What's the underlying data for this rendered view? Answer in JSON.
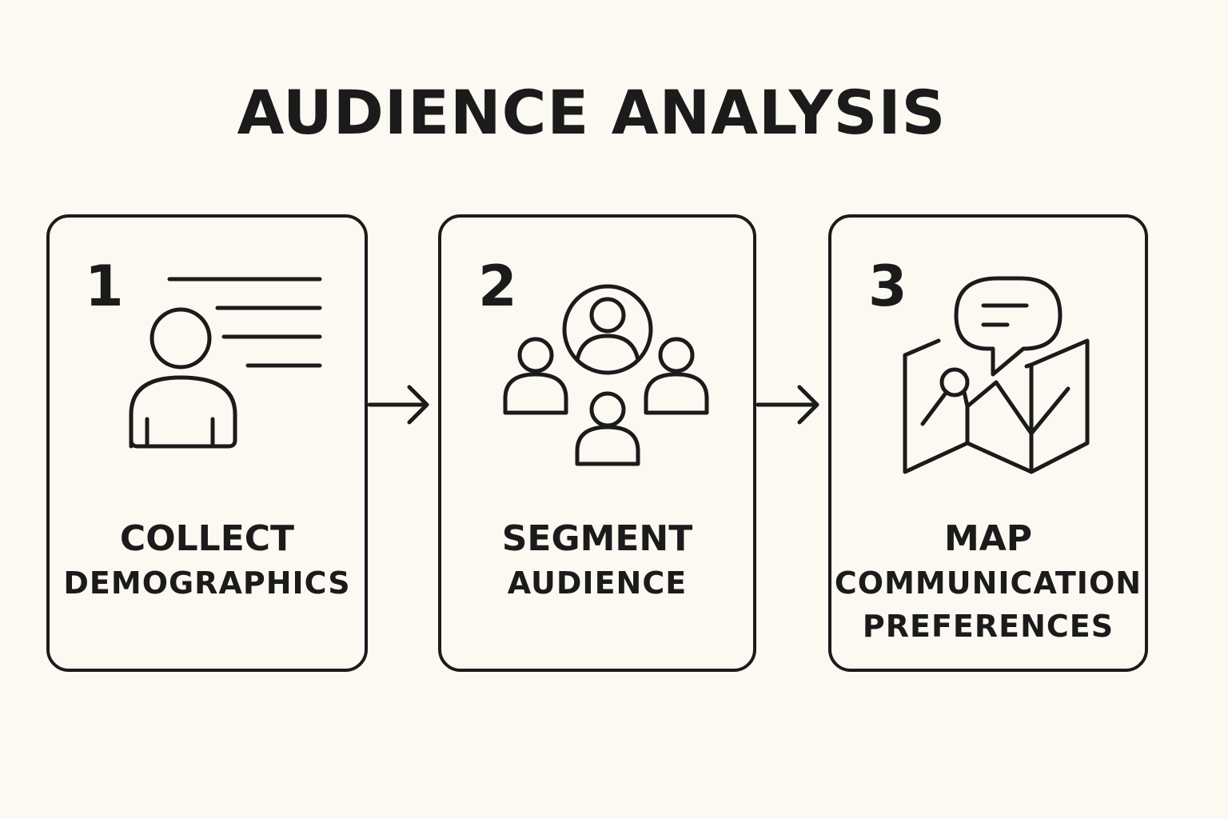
{
  "diagram": {
    "title": "AUDIENCE ANALYSIS",
    "steps": [
      {
        "number": "1",
        "label_main": "COLLECT",
        "label_lines": [
          "DEMOGRAPHICS"
        ],
        "icon": "user-profile-icon"
      },
      {
        "number": "2",
        "label_main": "SEGMENT",
        "label_lines": [
          "AUDIENCE"
        ],
        "icon": "audience-group-icon"
      },
      {
        "number": "3",
        "label_main": "MAP",
        "label_lines": [
          "COMMUNICATION",
          "PREFERENCES"
        ],
        "icon": "map-chat-icon"
      }
    ],
    "connectors": [
      "arrow-right-icon",
      "arrow-right-icon"
    ],
    "colors": {
      "background": "#fcf8f2",
      "ink": "#1b1b1b"
    }
  }
}
